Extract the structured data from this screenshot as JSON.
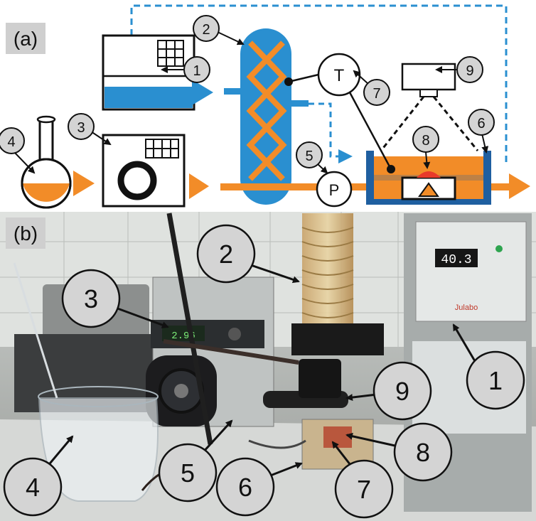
{
  "panel_a": {
    "label": "(a)",
    "callouts": [
      "1",
      "2",
      "3",
      "4",
      "5",
      "6",
      "7",
      "8",
      "9"
    ],
    "sensor_T": "T",
    "sensor_P": "P"
  },
  "panel_b": {
    "label": "(b)",
    "callouts": [
      "1",
      "2",
      "3",
      "4",
      "5",
      "6",
      "7",
      "8",
      "9"
    ],
    "chiller_display": "40.3",
    "chiller_brand": "Julabo",
    "pump_display": "2.96"
  },
  "colors": {
    "process_blue": "#2a8fd0",
    "fluid_orange": "#f28c28",
    "tank_blue": "#1f5fa0",
    "hot_spot": "#e83a2a"
  }
}
